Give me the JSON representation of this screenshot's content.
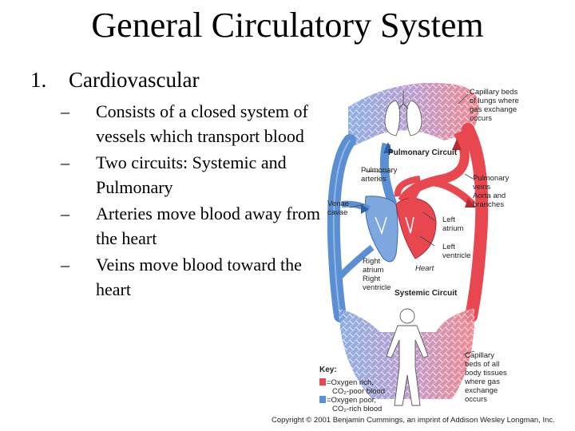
{
  "title": "General Circulatory System",
  "section": {
    "number": "1.",
    "label": "Cardiovascular"
  },
  "bullets": [
    {
      "dash": "–",
      "text": "Consists of a closed system of vessels which transport blood"
    },
    {
      "dash": "–",
      "text": "Two circuits: Systemic and Pulmonary"
    },
    {
      "dash": "–",
      "text": "Arteries move blood away from the heart"
    },
    {
      "dash": "–",
      "text": "Veins move blood toward the heart"
    }
  ],
  "diagram": {
    "colors": {
      "oxygen_rich": "#e8474f",
      "oxygen_poor": "#5b8fd4",
      "capillary_mix": "#9b86c4"
    },
    "labels": {
      "capillary_lungs": [
        "Capillary beds",
        "of lungs where",
        "gas exchange",
        "occurs"
      ],
      "pulmonary_circuit": "Pulmonary Circuit",
      "pulmonary_arteries": [
        "Pulmonary",
        "arteries"
      ],
      "pulmonary_veins": [
        "Pulmonary",
        "veins"
      ],
      "aorta": [
        "Aorta and",
        "branches"
      ],
      "venae_cavae": [
        "Venae",
        "cavae"
      ],
      "left_atrium": [
        "Left",
        "atrium"
      ],
      "left_ventricle": [
        "Left",
        "ventricle"
      ],
      "right_atrium": [
        "Right",
        "atrium"
      ],
      "right_ventricle": [
        "Right",
        "ventricle"
      ],
      "heart": "Heart",
      "systemic_circuit": "Systemic Circuit",
      "capillary_body": [
        "Capillary",
        "beds of all",
        "body tissues",
        "where gas",
        "exchange",
        "occurs"
      ]
    },
    "key": {
      "title": "Key:",
      "items": [
        {
          "color": "#e8474f",
          "lines": [
            "=Oxygen rich,",
            "CO₂-poor blood"
          ]
        },
        {
          "color": "#5b8fd4",
          "lines": [
            "=Oxygen poor,",
            "CO₂-rich blood"
          ]
        }
      ]
    }
  },
  "copyright": "Copyright © 2001 Benjamin Cummings, an imprint of Addison Wesley Longman, Inc."
}
